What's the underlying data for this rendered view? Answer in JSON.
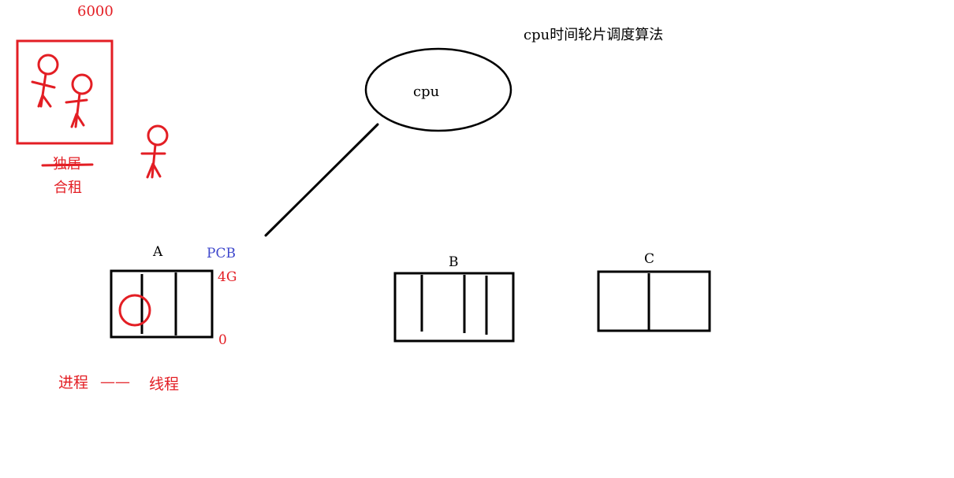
{
  "colors": {
    "red": "#e31e24",
    "black": "#000000",
    "blue": "#3f48cc"
  },
  "labels": {
    "rent_price": "6000",
    "live_alone": "独居",
    "shared_rent": "合租",
    "title": "cpu时间轮片调度算法",
    "cpu": "cpu",
    "process_a": "A",
    "pcb": "PCB",
    "mem_top": "4G",
    "mem_bottom": "0",
    "process_b": "B",
    "process_c": "C",
    "process": "进程",
    "dash": "——",
    "thread": "线程"
  }
}
